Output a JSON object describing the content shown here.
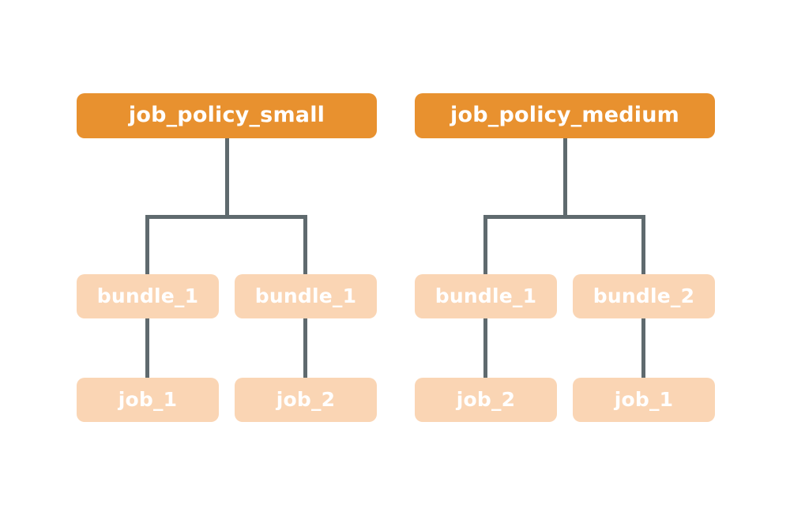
{
  "diagram": {
    "type": "hierarchy-tree",
    "background_color": "#ffffff",
    "colors": {
      "root_node": "#E8912F",
      "child_node": "#FAD5B4",
      "connector": "#5F6A6E",
      "node_text": "#ffffff"
    },
    "trees": [
      {
        "id": "tree-small",
        "root": {
          "label": "job_policy_small"
        },
        "bundles": [
          {
            "label": "bundle_1"
          },
          {
            "label": "bundle_1"
          }
        ],
        "jobs": [
          {
            "label": "job_1"
          },
          {
            "label": "job_2"
          }
        ]
      },
      {
        "id": "tree-medium",
        "root": {
          "label": "job_policy_medium"
        },
        "bundles": [
          {
            "label": "bundle_1"
          },
          {
            "label": "bundle_2"
          }
        ],
        "jobs": [
          {
            "label": "job_2"
          },
          {
            "label": "job_1"
          }
        ]
      }
    ]
  }
}
